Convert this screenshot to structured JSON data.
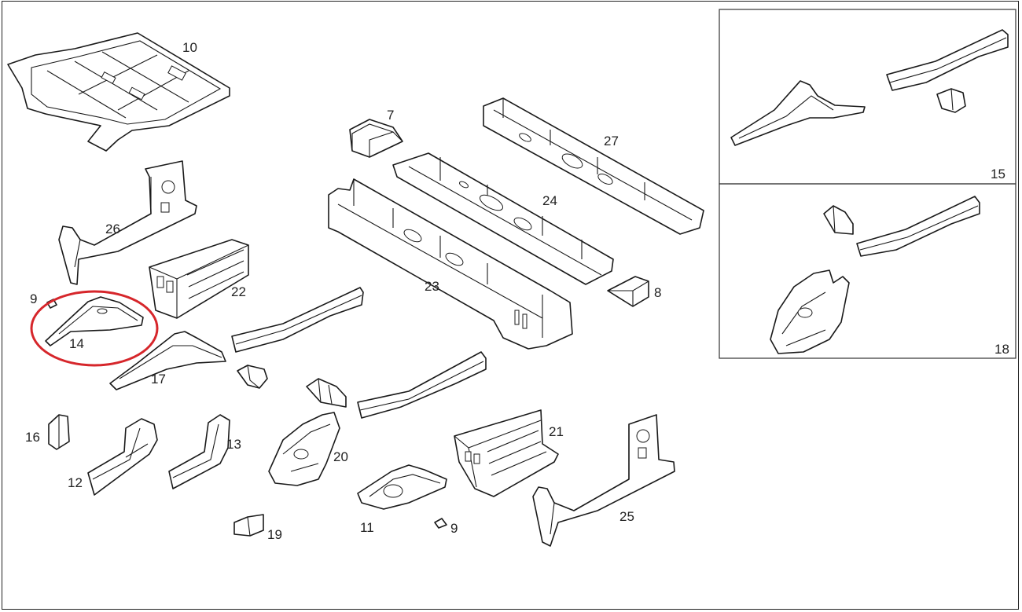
{
  "labels": {
    "p10": "10",
    "p7": "7",
    "p27": "27",
    "p24": "24",
    "p26": "26",
    "p23": "23",
    "p22": "22",
    "p8": "8",
    "p9a": "9",
    "p14": "14",
    "p17": "17",
    "p16": "16",
    "p12": "12",
    "p13": "13",
    "p20": "20",
    "p21": "21",
    "p11": "11",
    "p9b": "9",
    "p19": "19",
    "p25": "25",
    "p15": "15",
    "p18": "18"
  },
  "colors": {
    "highlight": "#d6262b",
    "line": "#1a1a1a",
    "background": "#ffffff"
  }
}
